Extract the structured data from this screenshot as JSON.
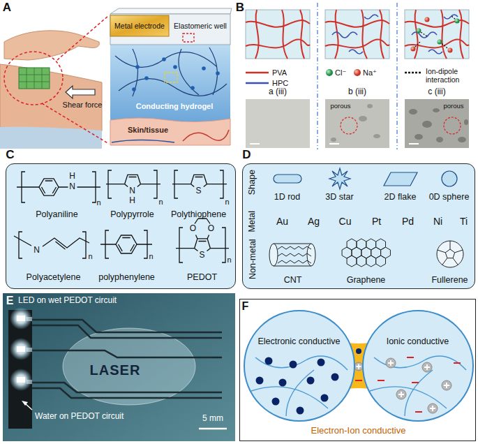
{
  "diagram": {
    "nodes": [
      {
        "text": [
          "C",
          "H",
          "N",
          "n",
          "Polyaniline",
          "N",
          "H",
          "n",
          "Polypyrrole",
          "S",
          "n",
          "Polythiophene",
          "N",
          "n",
          "Polyacetylene",
          "n",
          "polyphenylene",
          "O",
          "O",
          "S",
          "n",
          "PEDOT"
        ]
      },
      {
        "text": [
          "D",
          "Shape",
          "1D rod",
          "3D star",
          "2D flake",
          "0D sphere",
          "Metal",
          "Au",
          "Ag",
          "Cu",
          "Pt",
          "Pd",
          "Ni",
          "Ti",
          "Non-metal",
          "CNT",
          "Graphene",
          "Fullerene"
        ]
      },
      {
        "text": [
          "F",
          "Electron-Ion conductive"
        ]
      },
      {
        "text": [
          "Electronic conductive"
        ],
        "in": 2
      },
      {
        "text": [
          "Ionic conductive"
        ],
        "in": 2
      }
    ],
    "labels": [
      "A",
      "Metal electrode",
      "Elastomeric well",
      "Shear force",
      "Conducting hydrogel",
      "Skin/tissue",
      "B",
      "a (iii)",
      "b (iii)",
      "c (iii)",
      "porous",
      "porous",
      "E",
      "LED on wet PEDOT circuit",
      "LASER",
      "Water on PEDOT circuit",
      "5 mm"
    ],
    "legend": [
      {
        "text": "PVA"
      },
      {
        "text": "HPC"
      },
      {
        "text": "Cl⁻"
      },
      {
        "text": "Na⁺"
      },
      {
        "text": "Ion-dipole interaction"
      }
    ]
  }
}
